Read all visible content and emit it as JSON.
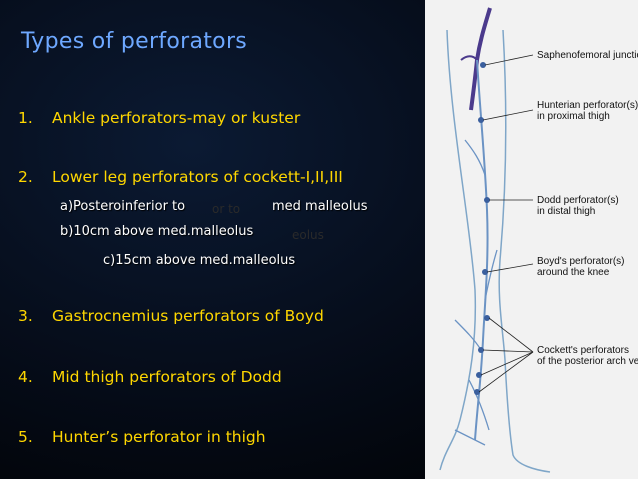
{
  "slide": {
    "title": "Types of perforators",
    "items": [
      {
        "num": "1.",
        "text": "Ankle perforators-may or kuster"
      },
      {
        "num": "2.",
        "text": "Lower leg perforators of cockett-I,II,III"
      },
      {
        "num": "3.",
        "text": "Gastrocnemius perforators of Boyd"
      },
      {
        "num": "4.",
        "text": "Mid thigh perforators of Dodd"
      },
      {
        "num": "5.",
        "text": "Hunter’s perforator in thigh"
      }
    ],
    "subitems": [
      "a)Posteroinferior to",
      "med malleolus",
      "b)10cm above med.malleolus",
      "c)15cm above med.malleolus"
    ],
    "ghost_text": [
      "or to",
      "eolus"
    ]
  },
  "diagram": {
    "labels": [
      {
        "lines": [
          "Saphenofemoral junction"
        ]
      },
      {
        "lines": [
          "Hunterian perforator(s)",
          "in proximal thigh"
        ]
      },
      {
        "lines": [
          "Dodd perforator(s)",
          "in distal thigh"
        ]
      },
      {
        "lines": [
          "Boyd's perforator(s)",
          "around the knee"
        ]
      },
      {
        "lines": [
          "Cockett's perforators",
          "of the posterior arch vein"
        ]
      }
    ]
  }
}
